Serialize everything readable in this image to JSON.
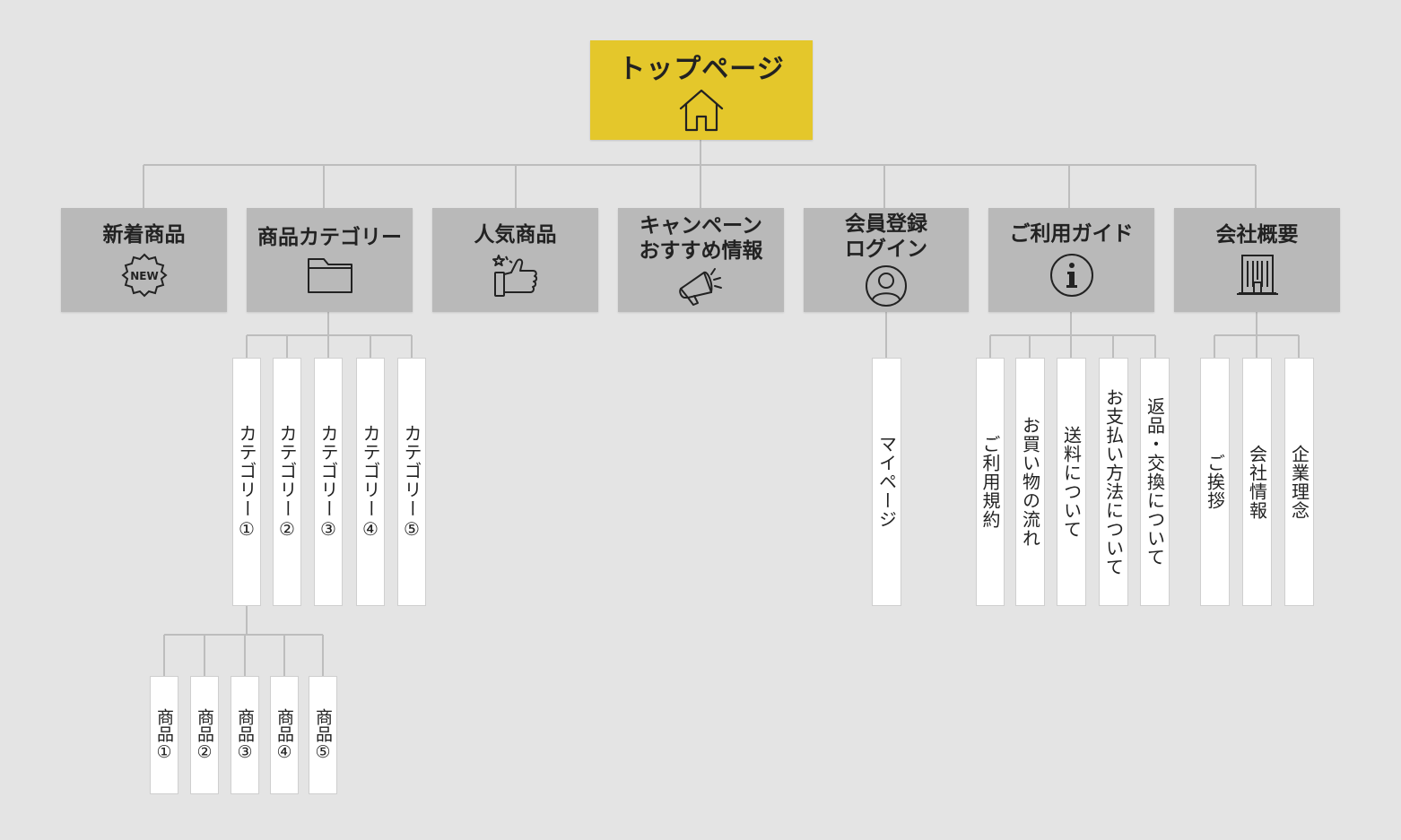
{
  "top": {
    "label": "トップページ",
    "icon": "home-icon"
  },
  "categories": [
    {
      "label": "新着商品",
      "icon": "new-badge-icon"
    },
    {
      "label": "商品カテゴリー",
      "icon": "folder-icon"
    },
    {
      "label": "人気商品",
      "icon": "thumbs-up-icon"
    },
    {
      "label": "キャンペーン\nおすすめ情報",
      "icon": "megaphone-icon"
    },
    {
      "label": "会員登録\nログイン",
      "icon": "user-icon"
    },
    {
      "label": "ご利用ガイド",
      "icon": "info-icon"
    },
    {
      "label": "会社概要",
      "icon": "building-icon"
    }
  ],
  "new_badge_text": "NEW",
  "category_pages": [
    "カテゴリー①",
    "カテゴリー②",
    "カテゴリー③",
    "カテゴリー④",
    "カテゴリー⑤"
  ],
  "product_pages": [
    "商品①",
    "商品②",
    "商品③",
    "商品④",
    "商品⑤"
  ],
  "member_pages": [
    "マイページ"
  ],
  "guide_pages": [
    "ご利用規約",
    "お買い物の流れ",
    "送料について",
    "お支払い方法について",
    "返品・交換について"
  ],
  "company_pages": [
    "ご挨拶",
    "会社情報",
    "企業理念"
  ],
  "colors": {
    "background": "#e4e4e4",
    "top": "#e4c72b",
    "category": "#b9b9b9",
    "leaf": "#ffffff",
    "line": "#bdbdbd"
  }
}
